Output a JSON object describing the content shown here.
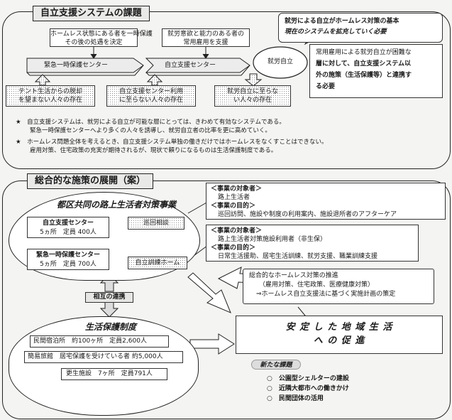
{
  "section1": {
    "title": "自立支援システムの課題",
    "note_top_1": "ホームレス状態にある者を一時保護",
    "note_top_2": "その後の処遇を決定",
    "note_top_3": "就労意欲と能力のある者の",
    "note_top_4": "常用雇用を支援",
    "arrow_1": "緊急一時保護センター",
    "arrow_2": "自立支援センター",
    "goal": "就労自立",
    "callout_1_line1": "就労による自立がホームレス対策の基本",
    "callout_1_line2": "現在のシステムを拡充していく必要",
    "callout_2_line1": "常用雇用による就労自立が困難な",
    "callout_2_line2": "層に対して、自立支援システム以",
    "callout_2_line3": "外の施策（生活保護等）と連携す",
    "callout_2_line4": "る必要",
    "up_1_line1": "テント生活からの脱却",
    "up_1_line2": "を望まない人々の存在",
    "up_2_line1": "自立支援センター利用",
    "up_2_line2": "に至らない人々の存在",
    "down_1_line1": "就労自立に至らな",
    "down_1_line2": "い人々の存在",
    "bullet_1_line1": "★　自立支援システムは、就労による自立が可能な層にとっては、きわめて有効なシステムである。",
    "bullet_1_line2": "緊急一時保護センターへより多くの人々を誘導し、就労自立者の比率を更に高めていく。",
    "bullet_2_line1": "★　ホームレス問題全体を考えるとき、自立支援システム単独の働きだけではホームレスをなくすことはできない。",
    "bullet_2_line2": "雇用対策、住宅政策の充実が期待されるが、現状で頼りになるものは生活保護制度である。"
  },
  "section2": {
    "title": "総合的な施策の展開（案）",
    "street_title": "都区共同の路上生活者対策事業",
    "center_1_name": "自立支援センター",
    "center_1_info": "5ヵ所　定員 400人",
    "center_2_name": "緊急一時保護センター",
    "center_2_info": "5ヵ所　定員 700人",
    "outreach": "巡回相談",
    "training_home": "自立訓練ホーム",
    "target_1_h1": "＜事業の対象者＞",
    "target_1_v1": "路上生活者",
    "target_1_h2": "＜事業の目的＞",
    "target_1_v2": "巡回訪問、施設や制度の利用案内、施設退所者のアフターケア",
    "target_2_h1": "＜事業の対象者＞",
    "target_2_v1": "路上生活者対策施設利用者（非生保）",
    "target_2_h2": "＜事業の目的＞",
    "target_2_v2": "日常生活援助、居宅生活訓練、就労支援、職業訓練支援",
    "mutual": "相互の連携",
    "welfare_title": "生活保護制度",
    "welfare_1": "民間宿泊所　約100ヶ所　定員2,600人",
    "welfare_2": "簡易旅館　居宅保護を受けている者 約5,000人",
    "welfare_3": "更生施設　7ヶ所　定員791人",
    "comprehensive_line1": "総合的なホームレス対策の推進",
    "comprehensive_line2": "（雇用対策、住宅政策、医療健康対策）",
    "comprehensive_line3": "⇒ホームレス自立支援法に基づく実施計画の策定",
    "stable_line1": "安 定 し た 地 域 生 活",
    "stable_line2": "へ の 促 進",
    "new_title": "新たな課題",
    "new_items": [
      "○　公園型シェルターの建設",
      "○　近隣大都市への働きかけ",
      "○　民間団体の活用"
    ]
  }
}
